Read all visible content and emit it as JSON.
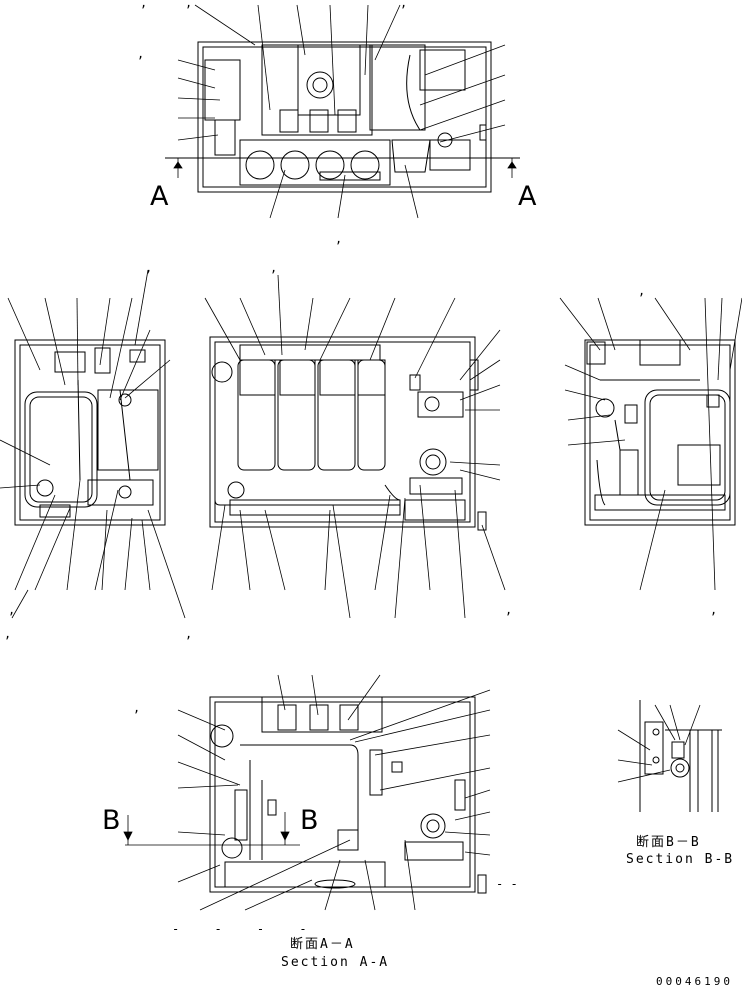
{
  "section_marks": {
    "a_left": "A",
    "a_right": "A",
    "b_left": "B",
    "b_right": "B"
  },
  "captions": {
    "section_aa_jp": "断面A－A",
    "section_aa_en": "Section A-A",
    "section_bb_jp": "断面B－B",
    "section_bb_en": "Section B-B"
  },
  "drawing_code": "00046190",
  "stray_marks": [
    ",",
    ",",
    ",",
    ",",
    ",",
    ",",
    ",",
    ",",
    ",",
    ",",
    ",",
    ",",
    ",",
    ",",
    "- -",
    "- - - -"
  ]
}
